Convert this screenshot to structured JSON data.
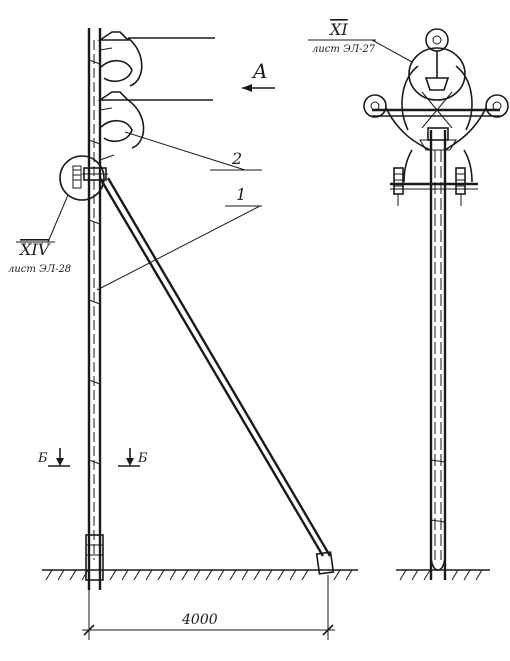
{
  "drawing": {
    "view_label": "A",
    "callout_1": "1",
    "callout_2": "2",
    "detail_left": {
      "id": "XIV",
      "sheet": "лист ЭЛ-28"
    },
    "detail_right": {
      "id": "XI",
      "sheet": "лист ЭЛ-27"
    },
    "section_left": "Б",
    "section_right": "Б",
    "dimension": "4000"
  },
  "colors": {
    "ink": "#1a1a1a",
    "paper": "#ffffff"
  }
}
